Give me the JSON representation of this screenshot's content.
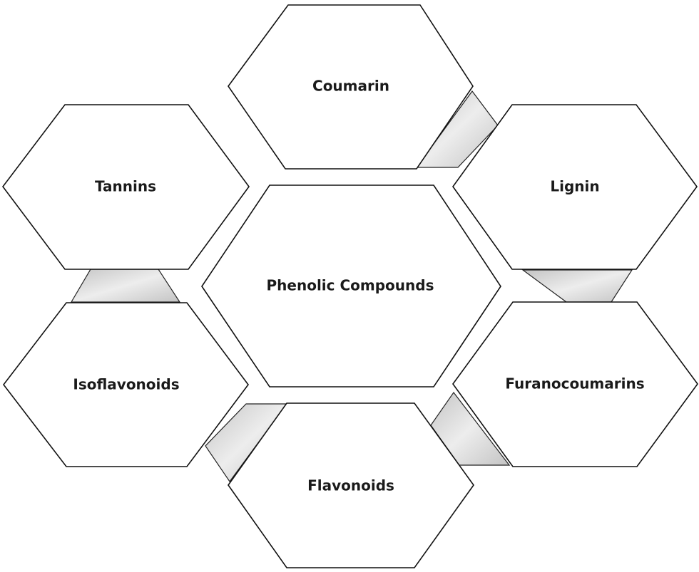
{
  "diagram": {
    "center": {
      "label": "Phenolic Compounds"
    },
    "nodes": [
      {
        "id": "coumarin",
        "label": "Coumarin"
      },
      {
        "id": "lignin",
        "label": "Lignin"
      },
      {
        "id": "furanocoumarins",
        "label": "Furanocoumarins"
      },
      {
        "id": "flavonoids",
        "label": "Flavonoids"
      },
      {
        "id": "isoflavonoids",
        "label": "Isoflavonoids"
      },
      {
        "id": "tannins",
        "label": "Tannins"
      }
    ],
    "connections": [
      [
        "coumarin",
        "lignin"
      ],
      [
        "lignin",
        "furanocoumarins"
      ],
      [
        "furanocoumarins",
        "flavonoids"
      ],
      [
        "flavonoids",
        "isoflavonoids"
      ],
      [
        "isoflavonoids",
        "tannins"
      ]
    ],
    "colors": {
      "hex_fill": "#ffffff",
      "hex_stroke": "#111111",
      "connector_fill": "#c4c4c4",
      "connector_edge": "#ededed",
      "label_color": "#1a1a1a"
    }
  }
}
